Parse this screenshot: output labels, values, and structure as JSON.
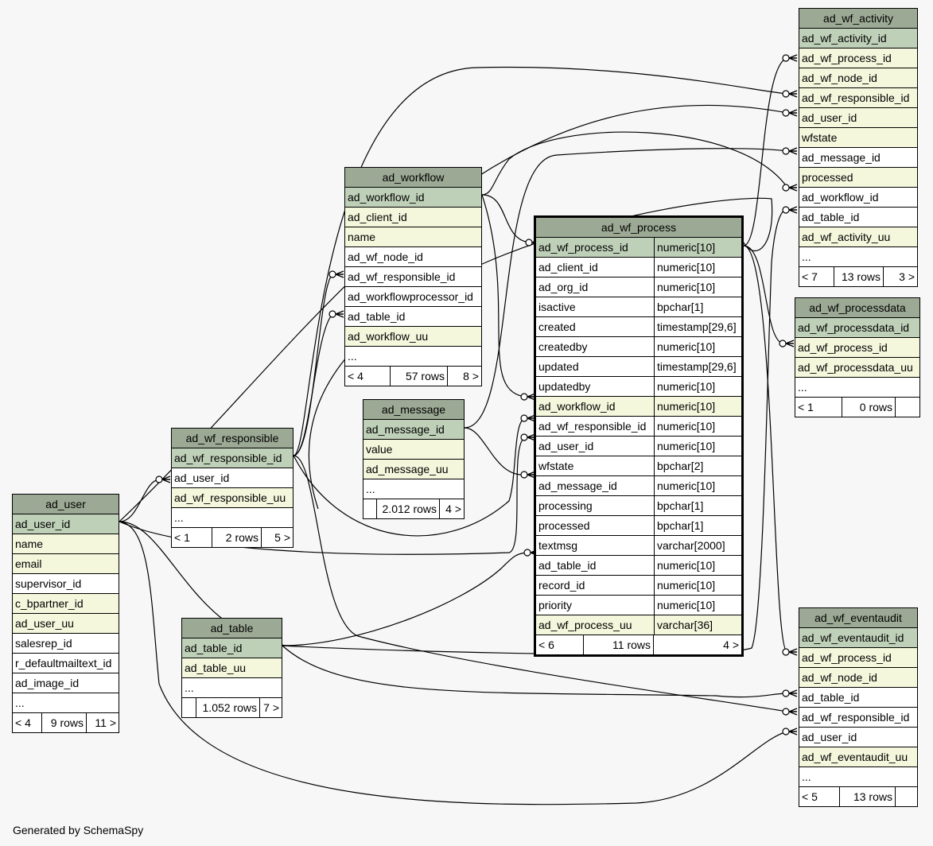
{
  "generated_by": "Generated by SchemaSpy",
  "tables": {
    "ad_wf_activity": {
      "name": "ad_wf_activity",
      "columns": [
        "ad_wf_activity_id",
        "ad_wf_process_id",
        "ad_wf_node_id",
        "ad_wf_responsible_id",
        "ad_user_id",
        "wfstate",
        "ad_message_id",
        "processed",
        "ad_workflow_id",
        "ad_table_id",
        "ad_wf_activity_uu",
        "..."
      ],
      "footer": {
        "left": "< 7",
        "rows": "13 rows",
        "right": "3 >"
      }
    },
    "ad_workflow": {
      "name": "ad_workflow",
      "columns": [
        "ad_workflow_id",
        "ad_client_id",
        "name",
        "ad_wf_node_id",
        "ad_wf_responsible_id",
        "ad_workflowprocessor_id",
        "ad_table_id",
        "ad_workflow_uu",
        "..."
      ],
      "footer": {
        "left": "< 4",
        "rows": "57 rows",
        "right": "8 >"
      }
    },
    "ad_wf_process": {
      "name": "ad_wf_process",
      "columns": [
        {
          "name": "ad_wf_process_id",
          "type": "numeric[10]"
        },
        {
          "name": "ad_client_id",
          "type": "numeric[10]"
        },
        {
          "name": "ad_org_id",
          "type": "numeric[10]"
        },
        {
          "name": "isactive",
          "type": "bpchar[1]"
        },
        {
          "name": "created",
          "type": "timestamp[29,6]"
        },
        {
          "name": "createdby",
          "type": "numeric[10]"
        },
        {
          "name": "updated",
          "type": "timestamp[29,6]"
        },
        {
          "name": "updatedby",
          "type": "numeric[10]"
        },
        {
          "name": "ad_workflow_id",
          "type": "numeric[10]"
        },
        {
          "name": "ad_wf_responsible_id",
          "type": "numeric[10]"
        },
        {
          "name": "ad_user_id",
          "type": "numeric[10]"
        },
        {
          "name": "wfstate",
          "type": "bpchar[2]"
        },
        {
          "name": "ad_message_id",
          "type": "numeric[10]"
        },
        {
          "name": "processing",
          "type": "bpchar[1]"
        },
        {
          "name": "processed",
          "type": "bpchar[1]"
        },
        {
          "name": "textmsg",
          "type": "varchar[2000]"
        },
        {
          "name": "ad_table_id",
          "type": "numeric[10]"
        },
        {
          "name": "record_id",
          "type": "numeric[10]"
        },
        {
          "name": "priority",
          "type": "numeric[10]"
        },
        {
          "name": "ad_wf_process_uu",
          "type": "varchar[36]"
        }
      ],
      "footer": {
        "left": "< 6",
        "rows": "11 rows",
        "right": "4 >"
      }
    },
    "ad_wf_processdata": {
      "name": "ad_wf_processdata",
      "columns": [
        "ad_wf_processdata_id",
        "ad_wf_process_id",
        "ad_wf_processdata_uu",
        "..."
      ],
      "footer": {
        "left": "< 1",
        "rows": "0 rows",
        "right": ""
      }
    },
    "ad_message": {
      "name": "ad_message",
      "columns": [
        "ad_message_id",
        "value",
        "ad_message_uu",
        "..."
      ],
      "footer": {
        "left": "",
        "rows": "2.012 rows",
        "right": "4 >"
      }
    },
    "ad_wf_responsible": {
      "name": "ad_wf_responsible",
      "columns": [
        "ad_wf_responsible_id",
        "ad_user_id",
        "ad_wf_responsible_uu",
        "..."
      ],
      "footer": {
        "left": "< 1",
        "rows": "2 rows",
        "right": "5 >"
      }
    },
    "ad_user": {
      "name": "ad_user",
      "columns": [
        "ad_user_id",
        "name",
        "email",
        "supervisor_id",
        "c_bpartner_id",
        "ad_user_uu",
        "salesrep_id",
        "r_defaultmailtext_id",
        "ad_image_id",
        "..."
      ],
      "footer": {
        "left": "< 4",
        "rows": "9 rows",
        "right": "11 >"
      }
    },
    "ad_table": {
      "name": "ad_table",
      "columns": [
        "ad_table_id",
        "ad_table_uu",
        "..."
      ],
      "footer": {
        "left": "",
        "rows": "1.052 rows",
        "right": "7 >"
      }
    },
    "ad_wf_eventaudit": {
      "name": "ad_wf_eventaudit",
      "columns": [
        "ad_wf_eventaudit_id",
        "ad_wf_process_id",
        "ad_wf_node_id",
        "ad_table_id",
        "ad_wf_responsible_id",
        "ad_user_id",
        "ad_wf_eventaudit_uu",
        "..."
      ],
      "footer": {
        "left": "< 5",
        "rows": "13 rows",
        "right": ""
      }
    }
  }
}
